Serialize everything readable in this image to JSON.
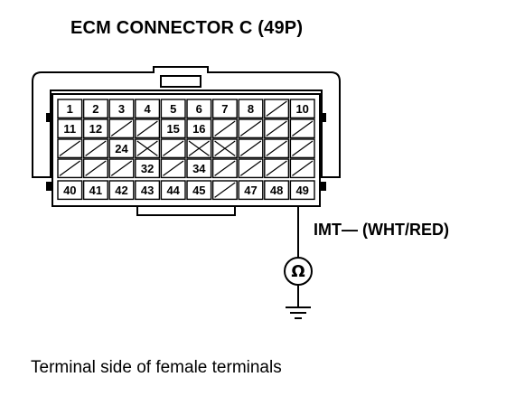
{
  "title": "ECM CONNECTOR C (49P)",
  "wire_label": "IMT— (WHT/RED)",
  "caption": "Terminal side of female terminals",
  "ground_symbol": "Ω",
  "icons": {
    "sensor": "ohmmeter-icon",
    "ground": "ground-icon"
  },
  "rows": [
    [
      "1",
      "2",
      "3",
      "4",
      "5",
      "6",
      "7",
      "8",
      "",
      "10"
    ],
    [
      "11",
      "12",
      "",
      "",
      "15",
      "16",
      "",
      "",
      "",
      ""
    ],
    [
      "",
      "",
      "24",
      "",
      "",
      "",
      "",
      "",
      "",
      ""
    ],
    [
      "",
      "",
      "",
      "32",
      "",
      "34",
      "",
      "",
      "",
      ""
    ],
    [
      "40",
      "41",
      "42",
      "43",
      "44",
      "45",
      "",
      "47",
      "48",
      "49"
    ]
  ],
  "x_cells": [
    [
      2,
      2
    ],
    [
      2,
      3
    ],
    [
      2,
      5
    ],
    [
      2,
      6
    ]
  ]
}
